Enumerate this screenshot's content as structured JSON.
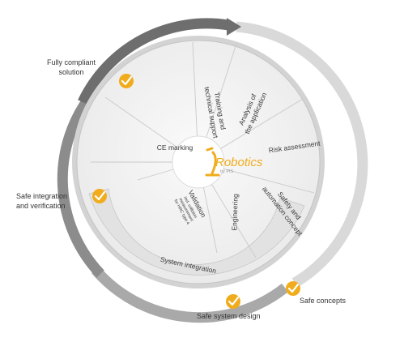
{
  "logo": {
    "main": "Robotics",
    "sub": "by PIS"
  },
  "segments": {
    "training": [
      "Training and",
      "technical support"
    ],
    "analysis": [
      "Analysis of",
      "the application"
    ],
    "risk": "Risk assessment",
    "safety": [
      "Safety and",
      "automation concept"
    ],
    "engineering": "Engineering",
    "validation_title": "Validation",
    "validation_detail": [
      "incl. collision",
      "measurement",
      "for HRC type 4"
    ],
    "ce": "CE marking",
    "system_integration": "System integration"
  },
  "milestones": {
    "fully_compliant": [
      "Fully compliant",
      "solution"
    ],
    "safe_integration": [
      "Safe integration",
      "and verification"
    ],
    "safe_concepts": "Safe concepts",
    "safe_system_design": "Safe system design"
  },
  "colors": {
    "accent": "#f1ac1d",
    "arc_dark": "#757575",
    "arc_mid": "#9d9d9d",
    "arc_light": "#d6d6d6",
    "disc": "#f2f2f2",
    "rim": "#cfcfcf"
  }
}
